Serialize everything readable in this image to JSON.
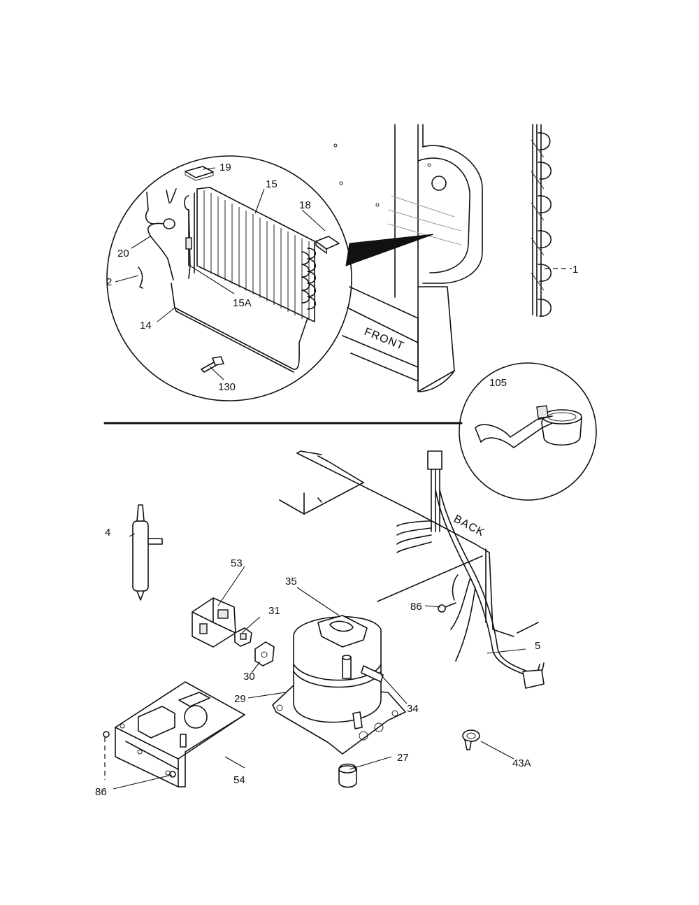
{
  "words": {
    "front": "FRONT",
    "back": "BACK"
  },
  "callouts": {
    "c19": "19",
    "c15": "15",
    "c18": "18",
    "c20": "20",
    "c2": "2",
    "c15a": "15A",
    "c14": "14",
    "c130": "130",
    "c1": "1",
    "c105": "105",
    "c4": "4",
    "c53": "53",
    "c35": "35",
    "c31": "31",
    "c86a": "86",
    "c5": "5",
    "c30": "30",
    "c29": "29",
    "c34": "34",
    "c54": "54",
    "c27": "27",
    "c43a": "43A",
    "c86b": "86"
  }
}
